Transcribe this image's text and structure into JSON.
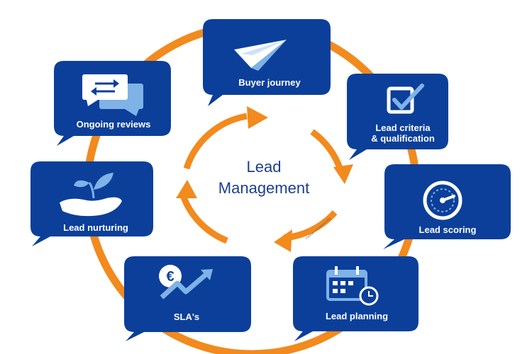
{
  "center": {
    "line1": "Lead",
    "line2": "Management",
    "copyright": "Copyright © leadMotion 2015"
  },
  "steps": [
    {
      "label": "Buyer journey",
      "icon": "paper-plane-icon"
    },
    {
      "label_line1": "Lead criteria",
      "label_line2": "& qualification",
      "icon": "checkbox-icon"
    },
    {
      "label": "Lead scoring",
      "icon": "gauge-icon"
    },
    {
      "label": "Lead planning",
      "icon": "calendar-clock-icon"
    },
    {
      "label": "SLA's",
      "icon": "euro-growth-icon"
    },
    {
      "label": "Lead nurturing",
      "icon": "hand-plant-icon"
    },
    {
      "label": "Ongoing reviews",
      "icon": "chat-exchange-icon"
    }
  ],
  "colors": {
    "box": "#0b3f9a",
    "box_shadow": "#072a66",
    "ring": "#f28a1d",
    "icon_light": "#ffffff",
    "icon_accent": "#7fb2e6",
    "text_dark": "#1d3f8c"
  }
}
